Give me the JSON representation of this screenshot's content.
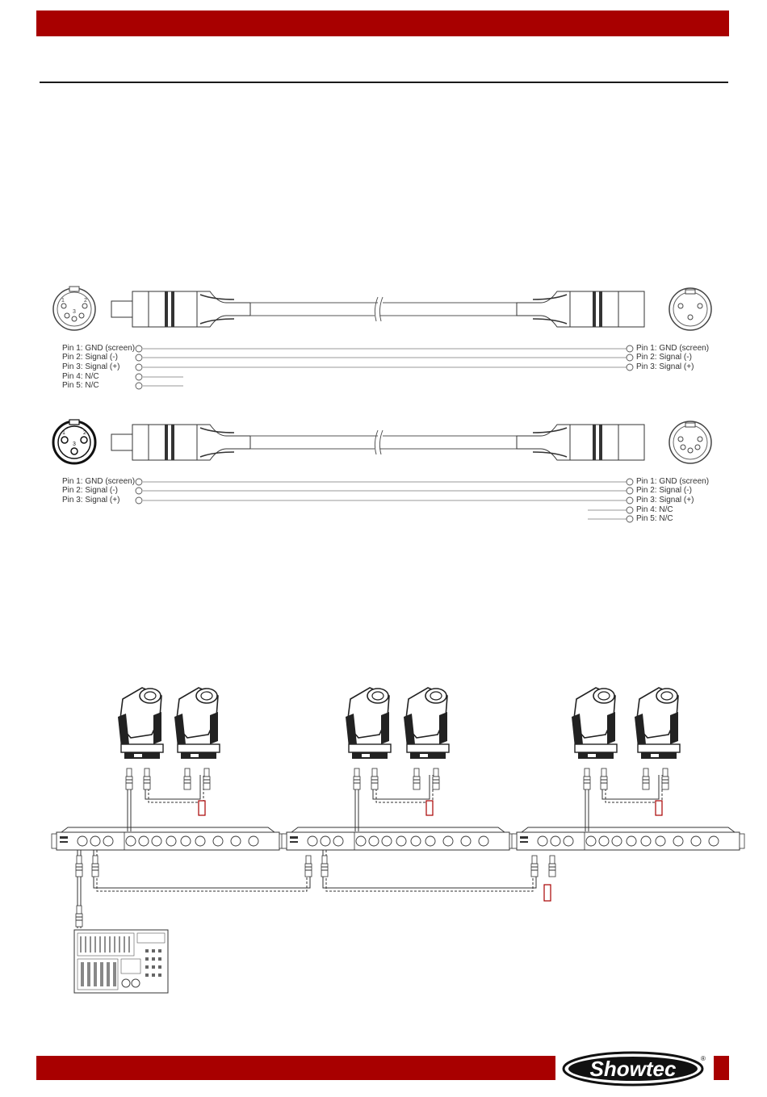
{
  "cable_1": {
    "left_pins": [
      "Pin 1: GND (screen)",
      "Pin 2: Signal (-)",
      "Pin 3: Signal (+)",
      "Pin 4: N/C",
      "Pin 5: N/C"
    ],
    "right_pins": [
      "Pin 1: GND (screen)",
      "Pin 2: Signal (-)",
      "Pin 3: Signal (+)"
    ]
  },
  "cable_2": {
    "left_pins": [
      "Pin 1: GND (screen)",
      "Pin 2: Signal (-)",
      "Pin 3: Signal (+)"
    ],
    "right_pins": [
      "Pin 1: GND (screen)",
      "Pin 2: Signal (-)",
      "Pin 3: Signal (+)",
      "Pin 4: N/C",
      "Pin 5: N/C"
    ]
  },
  "connector_face_numbers": {
    "pin1": "1",
    "pin2": "2",
    "pin3": "3"
  },
  "footer": {
    "brand": "Showtec",
    "brand_mark": "®"
  },
  "colors": {
    "header_bar": "#a80000",
    "footer_bar": "#a80000",
    "rule": "#1a1a1a"
  }
}
